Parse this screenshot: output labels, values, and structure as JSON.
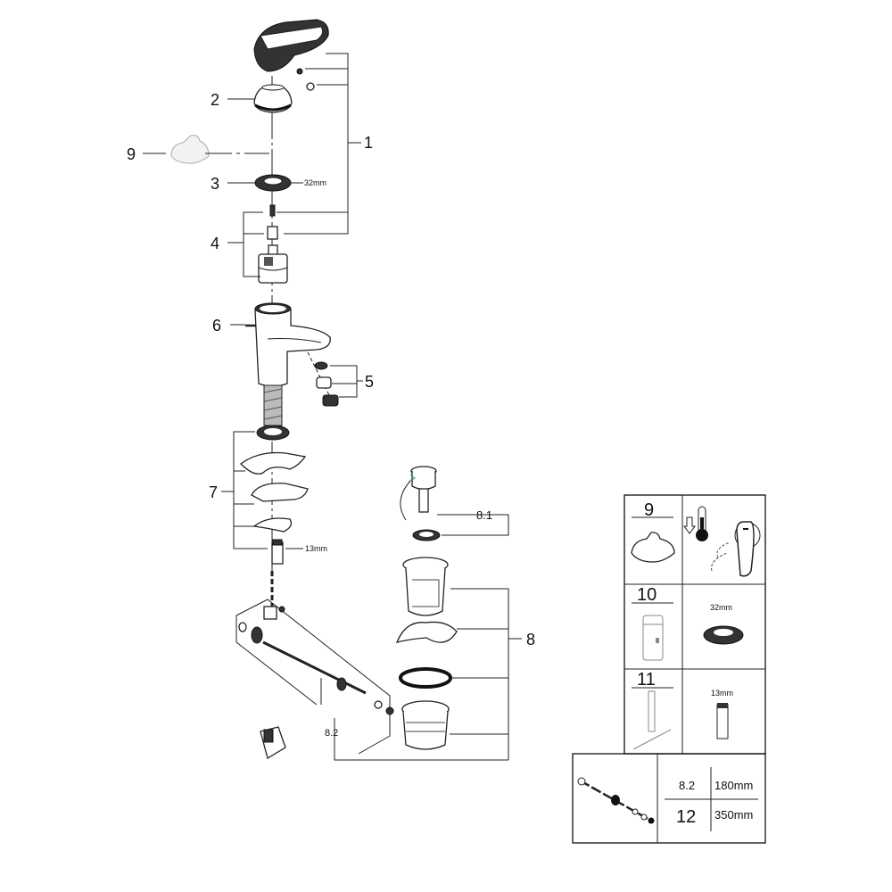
{
  "callouts": {
    "p1": "1",
    "p2": "2",
    "p3": "3",
    "p4": "4",
    "p5": "5",
    "p6": "6",
    "p7": "7",
    "p8": "8",
    "p8_1": "8.1",
    "p8_2": "8.2",
    "p9": "9"
  },
  "dimensions": {
    "nut": "32mm",
    "insert": "13mm"
  },
  "legend_table": {
    "row1": {
      "number": "9"
    },
    "row2": {
      "number": "10",
      "dimension": "32mm"
    },
    "row3": {
      "number": "11",
      "dimension": "13mm"
    },
    "rod_table": [
      {
        "part": "8.2",
        "length": "180mm"
      },
      {
        "part": "12",
        "length": "350mm"
      }
    ]
  }
}
